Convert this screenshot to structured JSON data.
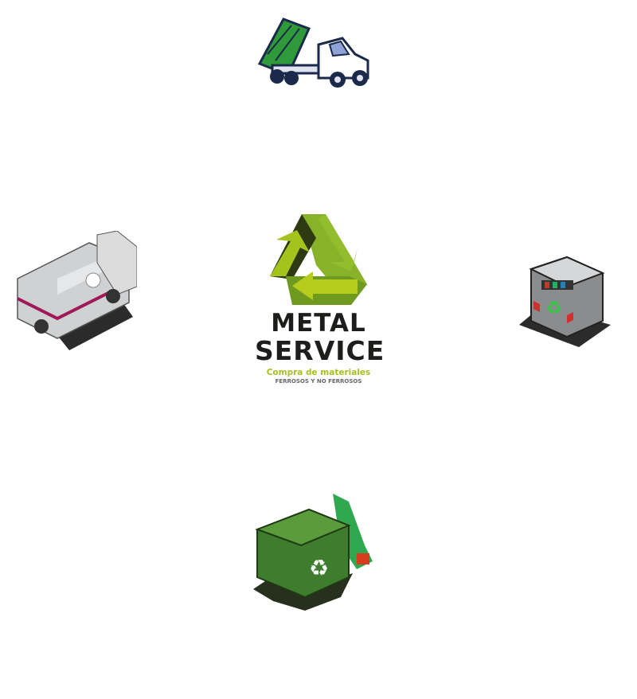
{
  "logo": {
    "title_line1": "METAL",
    "title_line2": "SERVICE",
    "tagline": "Compra de materiales",
    "subtagline": "FERROSOS Y NO FERROSOS"
  },
  "colors": {
    "green_light": "#a6c21c",
    "green_dark": "#2e3b12",
    "text_dark": "#1d1d1b"
  },
  "illustrations": [
    "roll-off-truck",
    "garbage-truck",
    "metal-container",
    "green-dumpster"
  ]
}
